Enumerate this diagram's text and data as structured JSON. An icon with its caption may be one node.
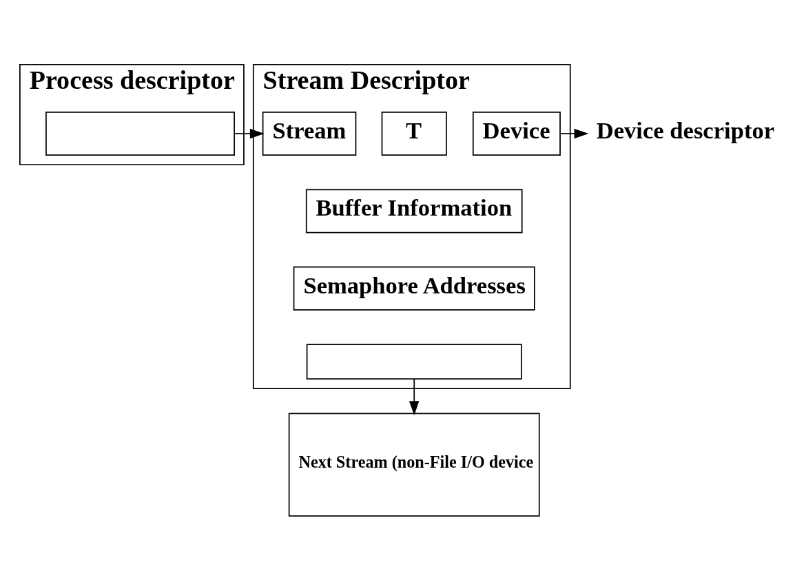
{
  "diagram": {
    "nodes": [
      {
        "text": [
          "Process descriptor"
        ]
      },
      {
        "text": [],
        "shape": "box",
        "in": 0
      },
      {
        "text": [
          "Stream Descriptor"
        ]
      },
      {
        "text": [
          "Stream"
        ],
        "in": 2
      },
      {
        "text": [
          "T"
        ],
        "in": 2
      },
      {
        "text": [
          "Device"
        ],
        "in": 2
      },
      {
        "text": [
          "Buffer Information"
        ],
        "in": 2
      },
      {
        "text": [
          "Semaphore Addresses"
        ],
        "in": 2
      },
      {
        "text": [],
        "shape": "box",
        "in": 2
      },
      {
        "text": [
          "Device descriptor"
        ]
      },
      {
        "text": [
          "Next Stream (non-File I/O device"
        ]
      }
    ],
    "edges": [
      {
        "from": 1,
        "to": 3,
        "arrow": "to"
      },
      {
        "from": 5,
        "to": 9,
        "arrow": "to"
      },
      {
        "from": 8,
        "to": 10,
        "arrow": "to"
      }
    ]
  }
}
